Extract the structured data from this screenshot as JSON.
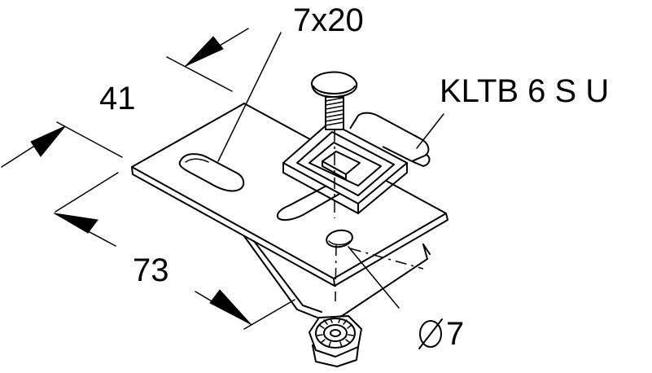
{
  "labels": {
    "slot": "7x20",
    "width": "41",
    "length": "73",
    "product": "KLTB 6 S U",
    "hole": "7"
  },
  "icons": {
    "diameter": "diameter-icon"
  }
}
